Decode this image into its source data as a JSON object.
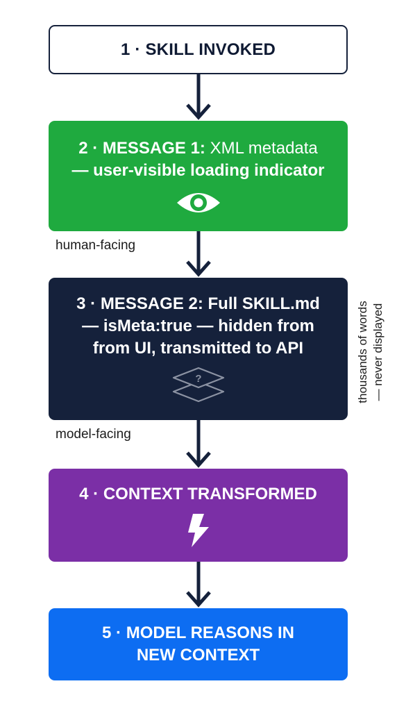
{
  "colors": {
    "step1_border": "#15213b",
    "step2_bg": "#1faa3f",
    "step3_bg": "#15213b",
    "step4_bg": "#7b2fa6",
    "step5_bg": "#0d6df2",
    "arrow": "#15213b"
  },
  "steps": [
    {
      "label": "1 · SKILL INVOKED"
    },
    {
      "label_bold": "2 · MESSAGE 1:",
      "label_rest": " XML metadata",
      "line2": "— user-visible loading indicator",
      "icon": "eye-icon"
    },
    {
      "line1": "3 · MESSAGE 2: Full SKILL.md",
      "line2": "— isMeta:true — hidden from",
      "line3": "from UI, transmitted to API",
      "icon": "stack-question-icon"
    },
    {
      "label": "4 · CONTEXT TRANSFORMED",
      "icon": "lightning-icon"
    },
    {
      "line1": "5 · MODEL REASONS IN",
      "line2": "NEW CONTEXT"
    }
  ],
  "notes": {
    "human": "human-facing",
    "model": "model-facing"
  },
  "side_note": {
    "line1": "thousands of words",
    "line2": "— never displayed"
  }
}
